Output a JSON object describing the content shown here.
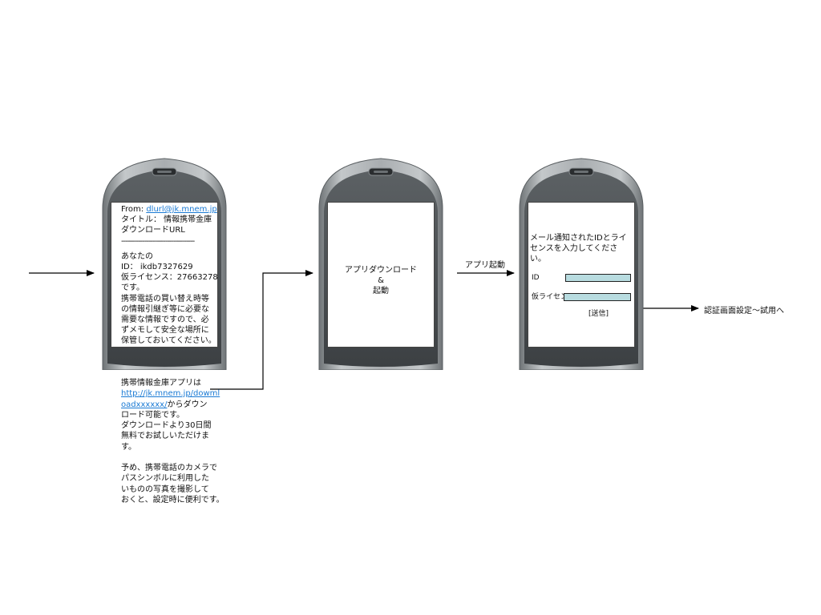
{
  "phone1": {
    "from_label": "From: ",
    "from_email": "dlurl@jk.mnem.jp",
    "title_line1": "タイトル：  情報携帯金庫",
    "title_line2": "ダウンロードURL",
    "divider": "-----------------------------------",
    "lines": [
      "あなたの",
      "ID：  ikdb7327629",
      "仮ライセンス：27663278",
      "です。",
      "携帯電話の買い替え時等",
      "の情報引継ぎ等に必要な",
      "需要な情報ですので、必",
      "ずメモして安全な場所に",
      "保管しておいてください。"
    ]
  },
  "phone2": {
    "line1": "アプリダウンロード",
    "line2": "&",
    "line3": "起動"
  },
  "phone3": {
    "instruction_line1": "メール通知されたIDとライ",
    "instruction_line2": "センスを入力してください。",
    "id_label": "ID",
    "license_label": "仮ライセンス",
    "submit_label": "[送信]"
  },
  "note": {
    "line1": "携帯情報金庫アプリは",
    "link1": "http://jk.mnem.jp/dowml",
    "link2": "oadxxxxxx/",
    "after_link": "からダウン",
    "line3": "ロード可能です。",
    "line4": "ダウンロードより30日間",
    "line5": "無料でお試しいただけま",
    "line6": "す。",
    "line7": "予め、携帯電話のカメラで",
    "line8": "パスシンボルに利用した",
    "line9": "いものの写真を撮影して",
    "line10": "おくと、設定時に便利です。"
  },
  "labels": {
    "app_launch": "アプリ起動",
    "next_step": "認証画面設定～試用へ"
  },
  "colors": {
    "link": "#1a7ad4",
    "input_fill": "#b8dce0",
    "phone_body": "#9ea3a6"
  }
}
